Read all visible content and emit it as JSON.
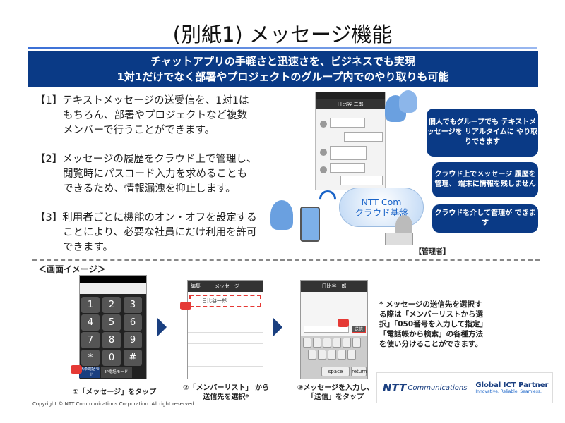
{
  "title": "(別紙1) メッセージ機能",
  "banner": {
    "line1": "チャットアプリの手軽さと迅速さを、ビジネスでも実現",
    "line2": "1対1だけでなく部署やプロジェクトのグループ内でのやり取りも可能"
  },
  "items": [
    {
      "first": "【1】テキストメッセージの送受信を、1対1は",
      "cont": [
        "もちろん、部署やプロジェクトなど複数",
        "メンバーで行うことができます。"
      ]
    },
    {
      "first": "【2】メッセージの履歴をクラウド上で管理し、",
      "cont": [
        "閲覧時にパスコード入力を求めることも",
        "できるため、情報漏洩を抑止します。"
      ]
    },
    {
      "first": "【3】利用者ごとに機能のオン・オフを設定する",
      "cont": [
        "ことにより、必要な社員にだけ利用を許可",
        "できます。"
      ]
    }
  ],
  "phone_header": "日比谷 二郎",
  "bubbles": {
    "b1": "個人でもグループでも テキストメッセージを リアルタイムに やり取りできます",
    "b2": "クラウド上でメッセージ 履歴を管理、 端末に情報を残しません",
    "b3": "クラウドを介して管理が できます"
  },
  "cloud": {
    "line1": "NTT Com",
    "line2": "クラウド基盤"
  },
  "manager_label": "【管理者】",
  "screen_label": "＜画面イメージ＞",
  "screen1": {
    "keys": [
      "1",
      "2",
      "3",
      "4",
      "5",
      "6",
      "7",
      "8",
      "9",
      "*",
      "0",
      "#"
    ],
    "mode1": "携帯電話モード",
    "mode2": "IP電話モード"
  },
  "screen2": {
    "tab": "編集",
    "header": "メッセージ",
    "row": "日比谷一郎"
  },
  "screen3": {
    "header": "日比谷一郎",
    "send": "送信",
    "space": "space",
    "ret": "return"
  },
  "captions": [
    "①「メッセージ」をタップ",
    "②「メンバーリスト」 から送信先を選択*",
    "③メッセージを入力し、 「送信」をタップ"
  ],
  "note": "* メッセージの送信先を選択する際は「メンバーリストから選択」「050番号を入力して指定」「電話帳から検索」の各種方法を使い分けることができます。",
  "copyright": "Copyright © NTT Communications Corporation. All right reserved.",
  "logo": {
    "ntt": "NTT",
    "com": "Communications",
    "gip": "Global ICT Partner",
    "tag": "Innovative. Reliable. Seamless."
  },
  "colors": {
    "banner": "#0a3a86",
    "accent": "#e53935"
  }
}
